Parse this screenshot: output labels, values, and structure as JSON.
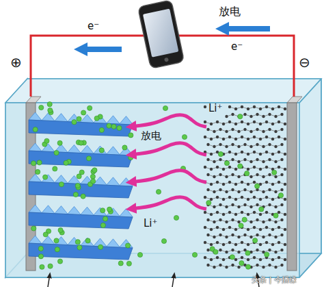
{
  "diagram": {
    "labels": [
      "放电",
      "e⁻",
      "e⁻",
      "⊕",
      "⊖",
      "Li⁺",
      "放电",
      "Li⁺",
      "头条 | 今播缘"
    ]
  }
}
